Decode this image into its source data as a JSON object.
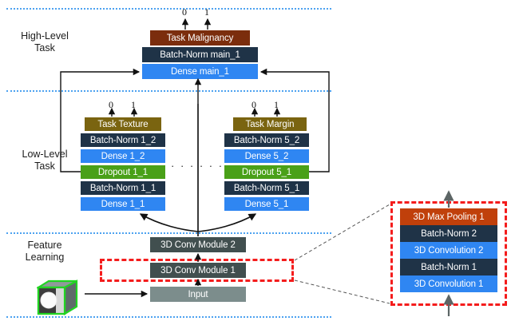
{
  "figure": {
    "type": "neural-network-architecture-diagram",
    "sections": [
      {
        "id": "high-level",
        "label": "High-Level\nTask",
        "label_line1": "High-Level",
        "label_line2": "Task"
      },
      {
        "id": "low-level",
        "label_line1": "Low-Level",
        "label_line2": "Task"
      },
      {
        "id": "feature",
        "label_line1": "Feature",
        "label_line2": "Learning"
      }
    ],
    "output_labels": {
      "zero": "0",
      "one": "1"
    },
    "ellipsis": "· · · · · · ·"
  },
  "high_level_task": {
    "title_line1": "High-Level",
    "title_line2": "Task",
    "blocks": [
      {
        "label": "Task Malignancy",
        "kind": "task-head"
      },
      {
        "label": "Batch-Norm main_1",
        "kind": "batch-norm"
      },
      {
        "label": "Dense main_1",
        "kind": "dense"
      }
    ],
    "outputs": [
      "0",
      "1"
    ]
  },
  "low_level_task": {
    "title_line1": "Low-Level",
    "title_line2": "Task",
    "branch_left": {
      "outputs": [
        "0",
        "1"
      ],
      "blocks": [
        {
          "label": "Task Texture",
          "kind": "task-head"
        },
        {
          "label": "Batch-Norm 1_2",
          "kind": "batch-norm"
        },
        {
          "label": "Dense 1_2",
          "kind": "dense"
        },
        {
          "label": "Dropout 1_1",
          "kind": "dropout"
        },
        {
          "label": "Batch-Norm 1_1",
          "kind": "batch-norm"
        },
        {
          "label": "Dense 1_1",
          "kind": "dense"
        }
      ]
    },
    "branch_right": {
      "outputs": [
        "0",
        "1"
      ],
      "blocks": [
        {
          "label": "Task Margin",
          "kind": "task-head"
        },
        {
          "label": "Batch-Norm 5_2",
          "kind": "batch-norm"
        },
        {
          "label": "Dense 5_2",
          "kind": "dense"
        },
        {
          "label": "Dropout 5_1",
          "kind": "dropout"
        },
        {
          "label": "Batch-Norm 5_1",
          "kind": "batch-norm"
        },
        {
          "label": "Dense 5_1",
          "kind": "dense"
        }
      ]
    }
  },
  "feature_learning": {
    "title_line1": "Feature",
    "title_line2": "Learning",
    "blocks": [
      {
        "label": "3D Conv Module 2",
        "kind": "module"
      },
      {
        "label": "3D Conv Module 1",
        "kind": "module",
        "highlighted": true
      },
      {
        "label": "Input",
        "kind": "input"
      }
    ],
    "input_volume_alt": "3D CT volume patch"
  },
  "detail_panel": {
    "blocks": [
      {
        "label": "3D Max Pooling 1",
        "kind": "pooling"
      },
      {
        "label": "Batch-Norm 2",
        "kind": "batch-norm"
      },
      {
        "label": "3D Convolution 2",
        "kind": "convolution"
      },
      {
        "label": "Batch-Norm 1",
        "kind": "batch-norm"
      },
      {
        "label": "3D Convolution 1",
        "kind": "convolution"
      }
    ]
  },
  "colors": {
    "task_head": "#7a6410",
    "malignancy": "#7b2d0d",
    "batch_norm": "#1f3347",
    "dense": "#2f86f2",
    "dropout": "#49a018",
    "module": "#414f4f",
    "input": "#7c8d8c",
    "pooling": "#c0400b",
    "convolution": "#2f86f2",
    "divider": "#4da2f0",
    "highlight": "#f41c1c",
    "cube_border": "#22d422"
  }
}
